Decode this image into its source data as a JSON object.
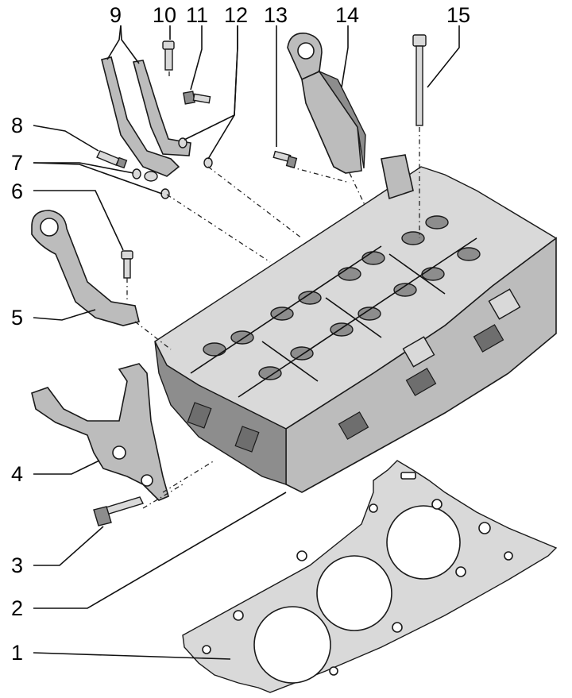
{
  "callouts": [
    {
      "id": 1,
      "label": "1"
    },
    {
      "id": 2,
      "label": "2"
    },
    {
      "id": 3,
      "label": "3"
    },
    {
      "id": 4,
      "label": "4"
    },
    {
      "id": 5,
      "label": "5"
    },
    {
      "id": 6,
      "label": "6"
    },
    {
      "id": 7,
      "label": "7"
    },
    {
      "id": 8,
      "label": "8"
    },
    {
      "id": 9,
      "label": "9"
    },
    {
      "id": 10,
      "label": "10"
    },
    {
      "id": 11,
      "label": "11"
    },
    {
      "id": 12,
      "label": "12"
    },
    {
      "id": 13,
      "label": "13"
    },
    {
      "id": 14,
      "label": "14"
    },
    {
      "id": 15,
      "label": "15"
    }
  ],
  "parts": [
    "cylinder-head-gasket",
    "cylinder-head",
    "bolt",
    "lifting-eye-bracket",
    "lifting-eye",
    "bolt",
    "seal",
    "bolt",
    "pipe",
    "bolt",
    "bolt",
    "seal",
    "bolt",
    "lifting-eye",
    "cylinder-head-bolt"
  ]
}
